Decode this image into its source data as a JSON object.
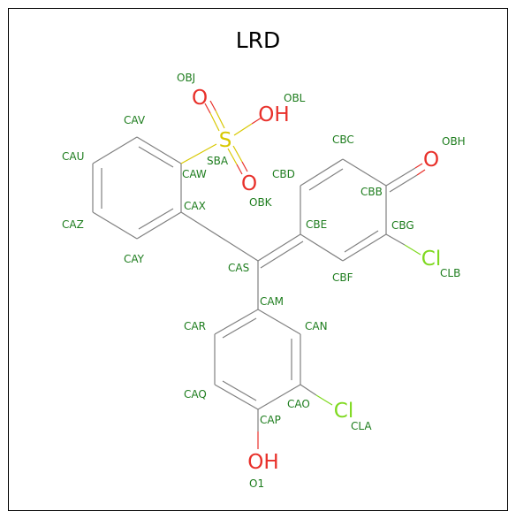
{
  "title": "LRD",
  "colors": {
    "atom_label": "#1e7d1e",
    "oxygen": "#e8302a",
    "sulfur": "#d8c800",
    "chlorine": "#7fd920",
    "bond": "#808080"
  },
  "elements": {
    "O1": "O",
    "O2": "O",
    "O3": "O",
    "OH1": "OH",
    "OH2": "OH",
    "S": "S",
    "Cl1": "Cl",
    "Cl2": "Cl"
  },
  "atom_names": {
    "OBJ": "OBJ",
    "OBL": "OBL",
    "CAV": "CAV",
    "SBA": "SBA",
    "CAU": "CAU",
    "CAW": "CAW",
    "OBK": "OBK",
    "CBC": "CBC",
    "OBH": "OBH",
    "CBD": "CBD",
    "CBB": "CBB",
    "CAX": "CAX",
    "CAZ": "CAZ",
    "CBE": "CBE",
    "CBG": "CBG",
    "CAY": "CAY",
    "CLB": "CLB",
    "CAS": "CAS",
    "CBF": "CBF",
    "CAM": "CAM",
    "CAR": "CAR",
    "CAN": "CAN",
    "CAQ": "CAQ",
    "CAO": "CAO",
    "CAP": "CAP",
    "CLA": "CLA",
    "O1": "O1"
  }
}
